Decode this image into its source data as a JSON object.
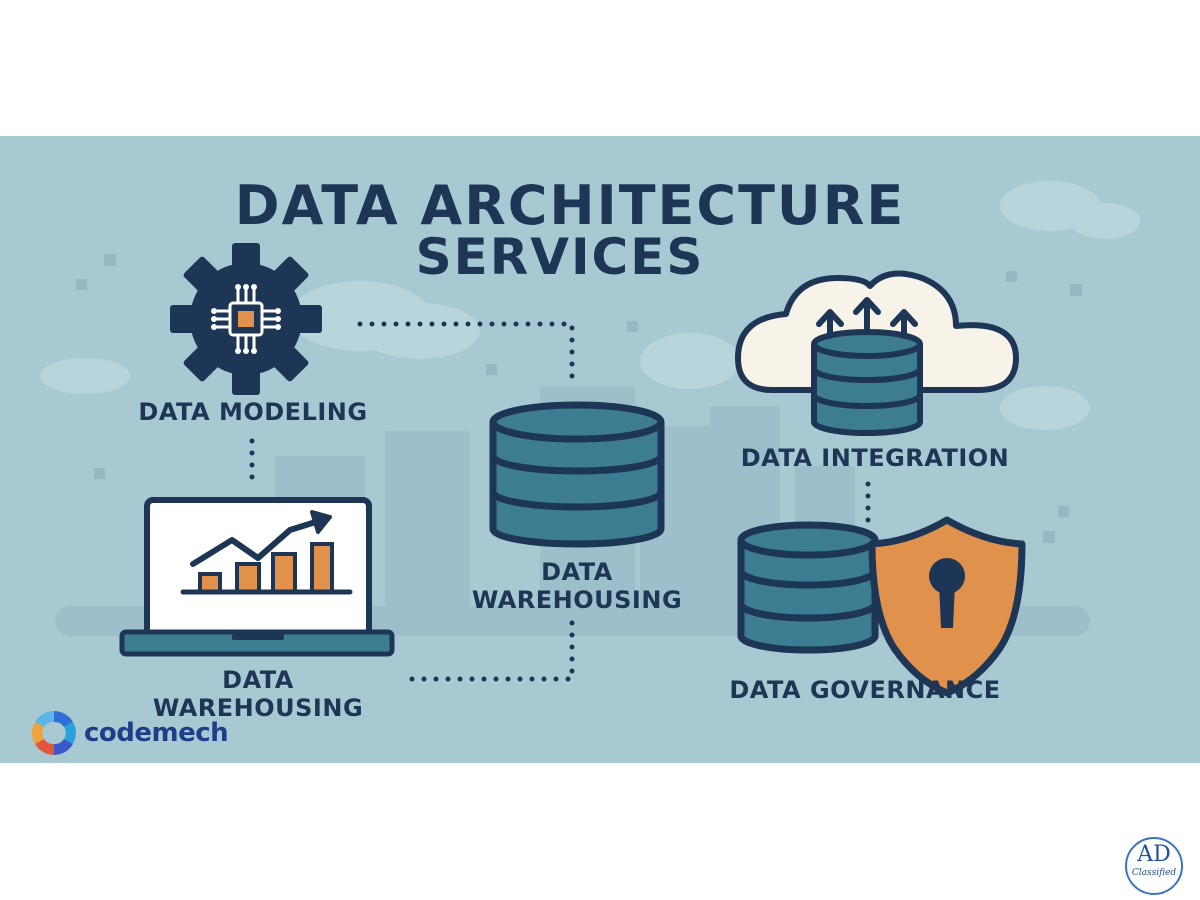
{
  "title": {
    "line1": "DATA ARCHITECTURE",
    "line2": "SERVICES"
  },
  "nodes": {
    "modeling": {
      "label": "DATA MODELING",
      "icon": "gear-chip-icon"
    },
    "warehousing_center": {
      "label": "DATA WAREHOUSING",
      "line1": "DATA",
      "line2": "WAREHOUSING",
      "icon": "database-icon"
    },
    "warehousing_left": {
      "line1": "DATA",
      "line2": "WAREHOUSING",
      "icon": "laptop-chart-icon"
    },
    "integration": {
      "label": "DATA INTEGRATION",
      "icon": "cloud-database-icon"
    },
    "governance": {
      "label": "DATA GOVERNANCE",
      "icon": "database-shield-icon"
    }
  },
  "brand": {
    "name": "codemech"
  },
  "badge": {
    "main": "AD",
    "sub": "Classified"
  },
  "colors": {
    "background": "#a9c9d2",
    "navy": "#1d3655",
    "teal": "#3c7d91",
    "orange": "#e0914b",
    "cloud": "#f8f3e8"
  }
}
